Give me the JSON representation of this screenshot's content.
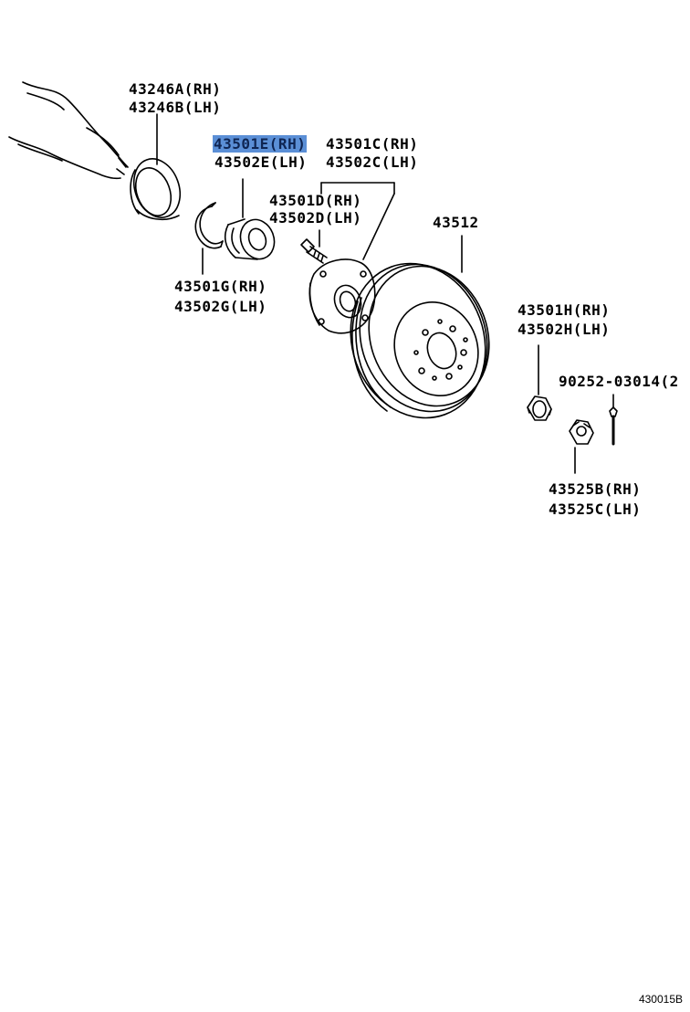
{
  "labels": {
    "bearing_cover_rh": "43246A(RH)",
    "bearing_cover_lh": "43246B(LH)",
    "bearing_rh": "43501E(RH)",
    "bearing_lh": "43502E(LH)",
    "hub_assy_rh": "43501C(RH)",
    "hub_assy_lh": "43502C(LH)",
    "hub_bolt_rh": "43501D(RH)",
    "hub_bolt_lh": "43502D(LH)",
    "snap_ring_rh": "43501G(RH)",
    "snap_ring_lh": "43502G(LH)",
    "disc": "43512",
    "nut_rh": "43501H(RH)",
    "nut_lh": "43502H(LH)",
    "stud_bolt": "90252-03014(2",
    "lock_nut_rh": "43525B(RH)",
    "lock_nut_lh": "43525C(LH)"
  },
  "selected_part": "43501E(RH)",
  "highlight_color": "#5b8fd6",
  "figure_id": "430015B"
}
